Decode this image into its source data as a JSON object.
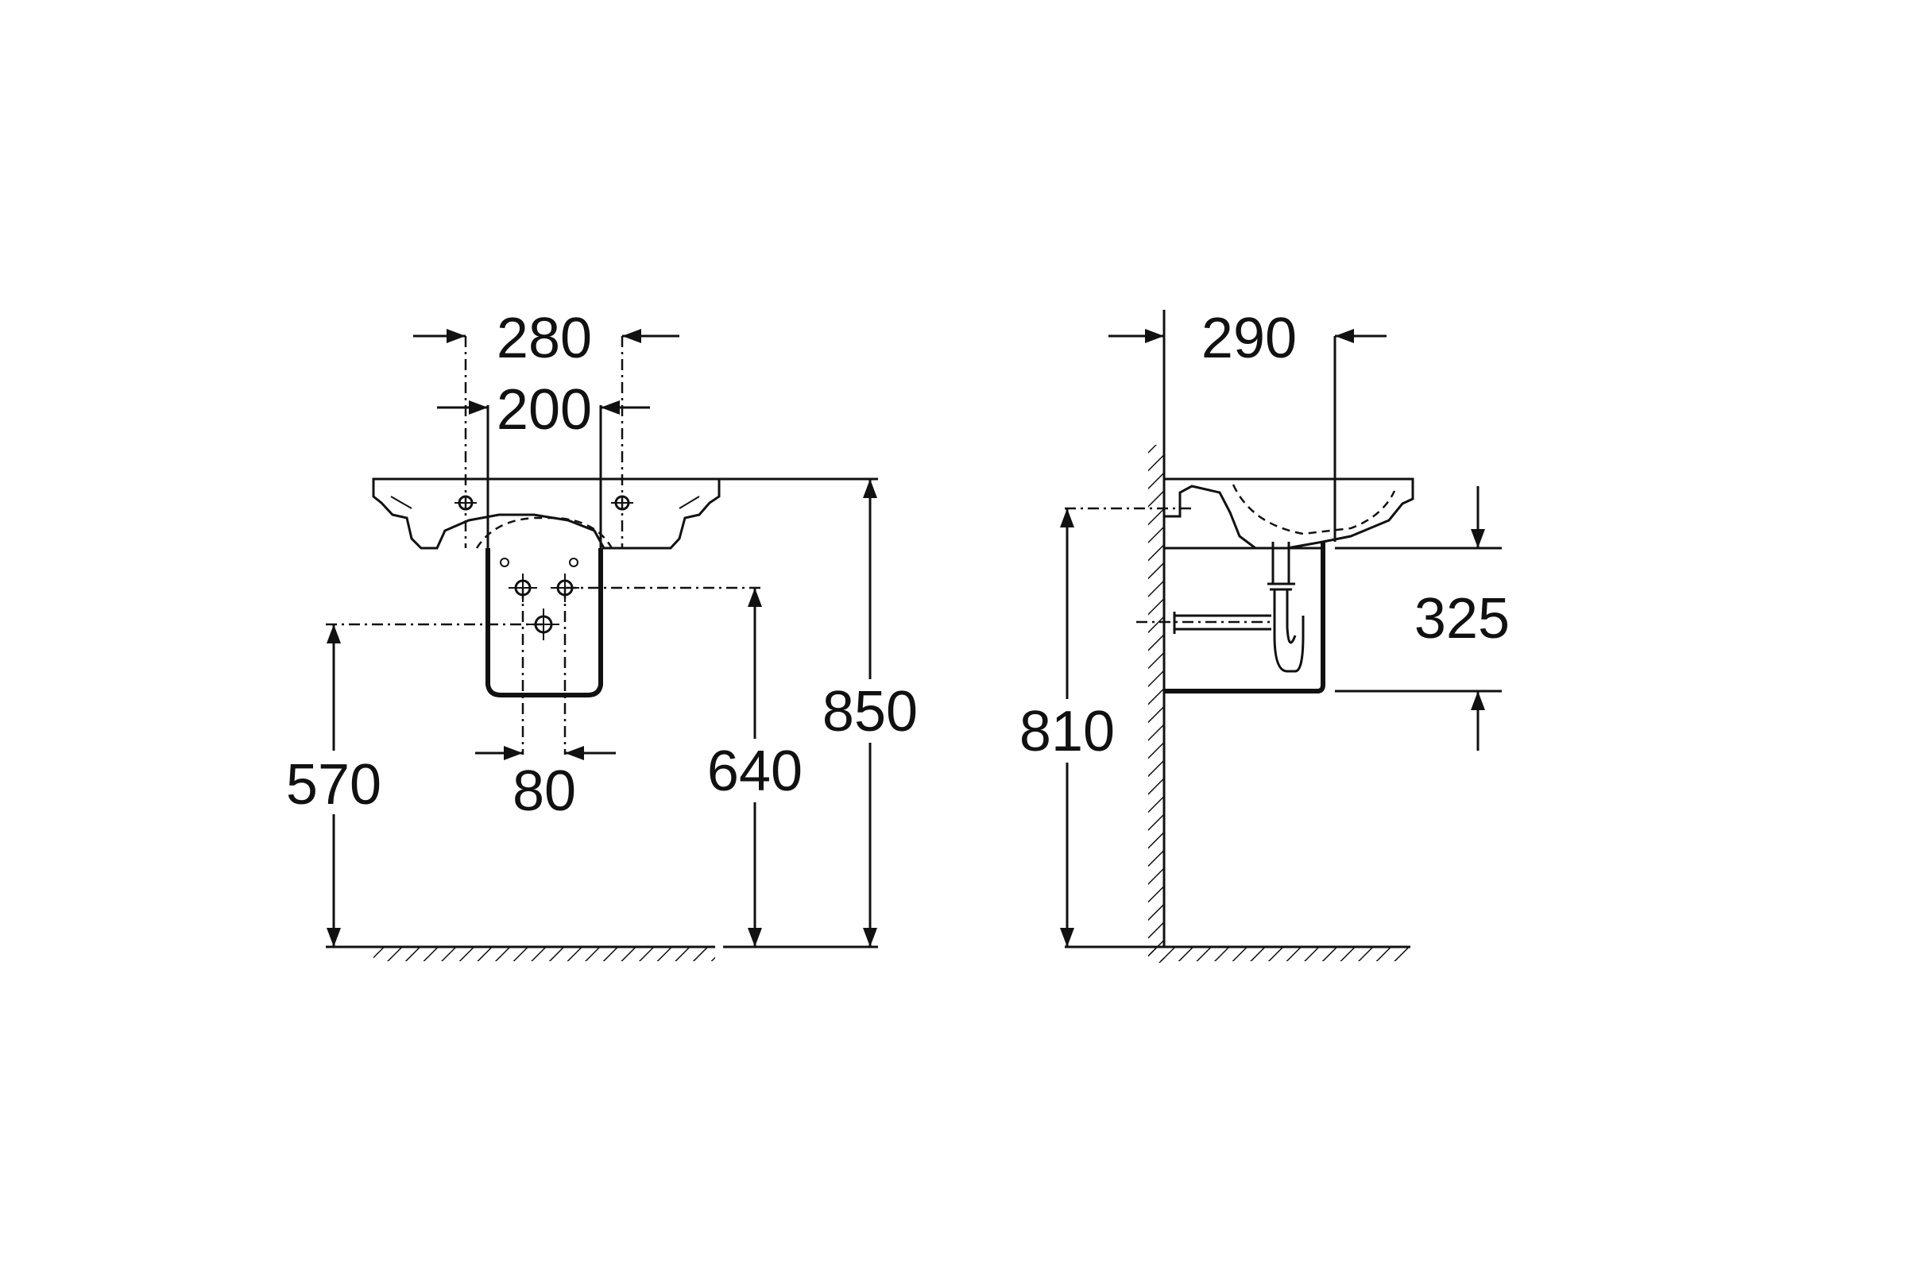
{
  "front_view": {
    "dim_280": "280",
    "dim_200": "200",
    "dim_80": "80",
    "dim_570": "570",
    "dim_640": "640",
    "dim_850": "850"
  },
  "side_view": {
    "dim_290": "290",
    "dim_325": "325",
    "dim_810": "810"
  }
}
